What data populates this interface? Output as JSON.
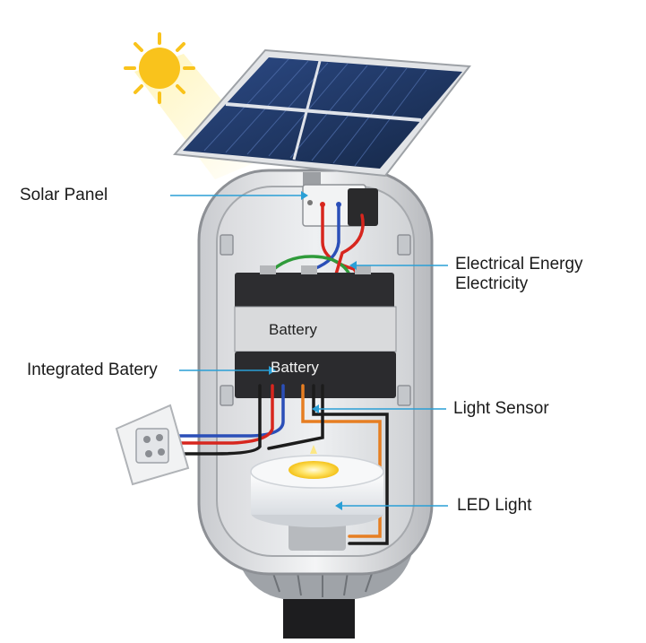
{
  "diagram": {
    "callouts": {
      "solar_panel": "Solar Panel",
      "electrical_energy": "Electrical Energy\nElectricity",
      "integrated_battery": "Integrated Batery",
      "light_sensor": "Light Sensor",
      "led_light": "LED Light"
    },
    "battery_labels": {
      "upper": "Battery",
      "lower": "Battery"
    },
    "colors": {
      "leader_line": "#2a9fd6",
      "wire_red": "#d7261e",
      "wire_blue": "#2b4fb8",
      "wire_green": "#2f9b3a",
      "wire_orange": "#e67e22",
      "wire_black": "#1c1c1c",
      "sun": "#f9c31c",
      "panel_cell": "#1f3566"
    },
    "icons": [
      "sun-icon",
      "solar-panel-icon",
      "battery-icon",
      "led-lamp-icon",
      "wall-terminal-icon"
    ]
  }
}
